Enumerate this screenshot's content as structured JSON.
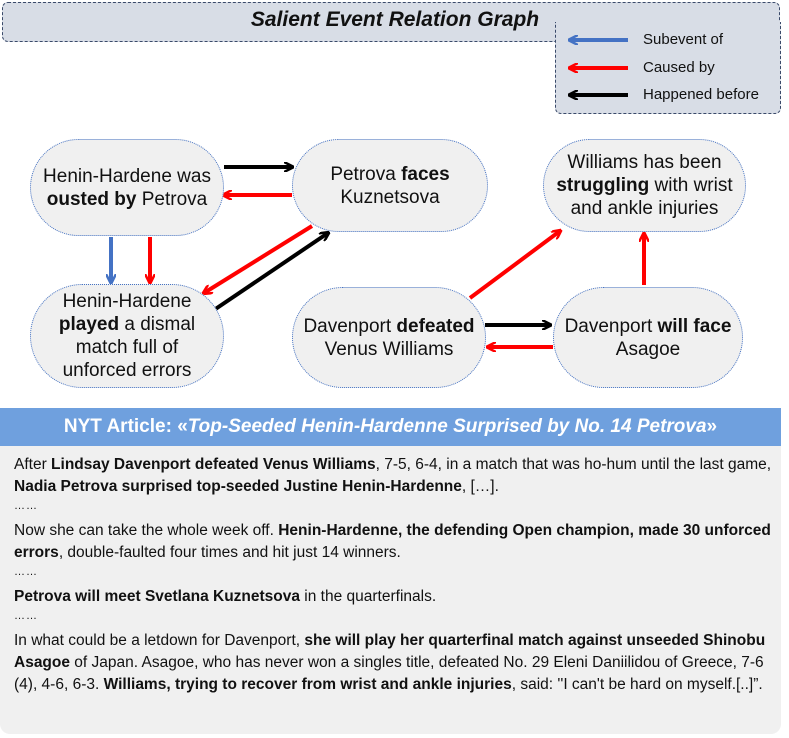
{
  "graph_title": "Salient Event Relation Graph",
  "legend": {
    "items": [
      {
        "label": "Subevent of",
        "color": "#4472c4"
      },
      {
        "label": "Caused by",
        "color": "#ff0000"
      },
      {
        "label": "Happened before",
        "color": "#000000"
      }
    ]
  },
  "nodes": {
    "n1": {
      "pre": "Henin-Hardene was ",
      "bold": "ousted by",
      "post": " Petrova"
    },
    "n2": {
      "pre": "Petrova ",
      "bold": "faces",
      "post": " Kuznetsova"
    },
    "n3": {
      "pre": "Williams has been ",
      "bold": "struggling",
      "post": " with wrist and ankle injuries"
    },
    "n4": {
      "pre": "Henin-Hardene ",
      "bold": "played",
      "post": " a dismal match full of unforced errors"
    },
    "n5": {
      "pre": "Davenport ",
      "bold": "defeated",
      "post": " Venus Williams"
    },
    "n6": {
      "pre": "Davenport ",
      "bold": "will face",
      "post": " Asagoe"
    }
  },
  "edges": [
    {
      "from": "n1",
      "to": "n2",
      "relation": "Happened before"
    },
    {
      "from": "n2",
      "to": "n1",
      "relation": "Caused by"
    },
    {
      "from": "n1",
      "to": "n4",
      "relation": "Subevent of"
    },
    {
      "from": "n1",
      "to": "n4",
      "relation": "Caused by"
    },
    {
      "from": "n4",
      "to": "n2",
      "relation": "Happened before"
    },
    {
      "from": "n2",
      "to": "n4",
      "relation": "Caused by"
    },
    {
      "from": "n5",
      "to": "n6",
      "relation": "Happened before"
    },
    {
      "from": "n6",
      "to": "n5",
      "relation": "Caused by"
    },
    {
      "from": "n5",
      "to": "n3",
      "relation": "Caused by"
    },
    {
      "from": "n6",
      "to": "n3",
      "relation": "Caused by"
    }
  ],
  "article": {
    "prefix": "NYT Article:  «",
    "title": "Top-Seeded Henin-Hardenne Surprised by No. 14 Petrova",
    "suffix": "»",
    "ellipsis": "……",
    "p1": {
      "t1": "After ",
      "b1": "Lindsay Davenport defeated Venus Williams",
      "t2": ", 7-5, 6-4, in a match that was ho-hum until the last game, ",
      "b2": "Nadia Petrova surprised top-seeded Justine Henin-Hardenne",
      "t3": ", […]."
    },
    "p2": {
      "t1": "Now she can take the whole week off. ",
      "b1": "Henin-Hardenne, the defending Open champion, made 30 unforced errors",
      "t2": ", double-faulted four times and hit just 14 winners."
    },
    "p3": {
      "b1": "Petrova will meet Svetlana Kuznetsova",
      "t1": " in the quarterfinals."
    },
    "p4": {
      "t1": "In what could be a letdown for Davenport, ",
      "b1": "she will play her quarterfinal match against unseeded Shinobu Asagoe",
      "t2": " of Japan. Asagoe, who has never won a singles title, defeated No. 29 Eleni Daniilidou of Greece, 7-6 (4), 4-6, 6-3. ",
      "b2": "Williams, trying to recover from wrist and ankle injuries",
      "t3": ", said: ''I can't be hard on myself.[..]”."
    }
  }
}
